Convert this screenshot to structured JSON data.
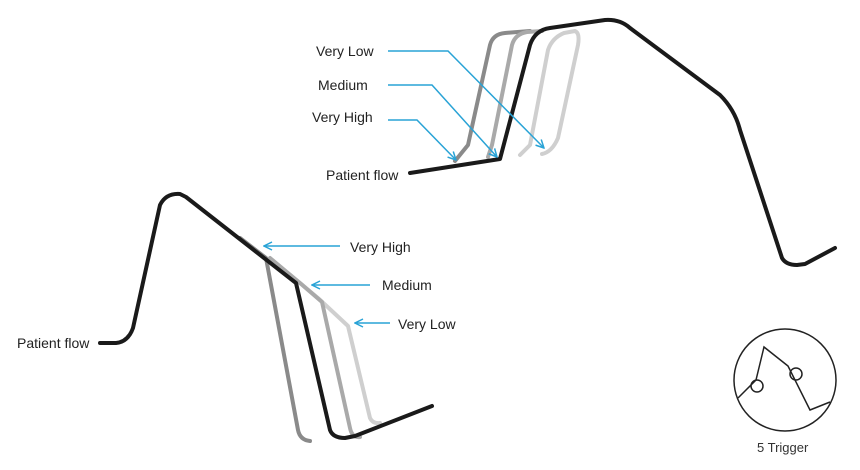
{
  "colors": {
    "main_curve": "#1a1a1a",
    "sensitivity_very_high": "#8a8a8a",
    "sensitivity_medium": "#a9a9a9",
    "sensitivity_very_low": "#cfcfcf",
    "arrow": "#29a3d6",
    "text": "#222222"
  },
  "top_diagram": {
    "patient_flow_label": "Patient flow",
    "labels": [
      "Very Low",
      "Medium",
      "Very High"
    ]
  },
  "bottom_diagram": {
    "patient_flow_label": "Patient flow",
    "labels": [
      "Very High",
      "Medium",
      "Very Low"
    ]
  },
  "trigger_icon": {
    "icon": "trigger-icon",
    "caption": "5 Trigger"
  }
}
